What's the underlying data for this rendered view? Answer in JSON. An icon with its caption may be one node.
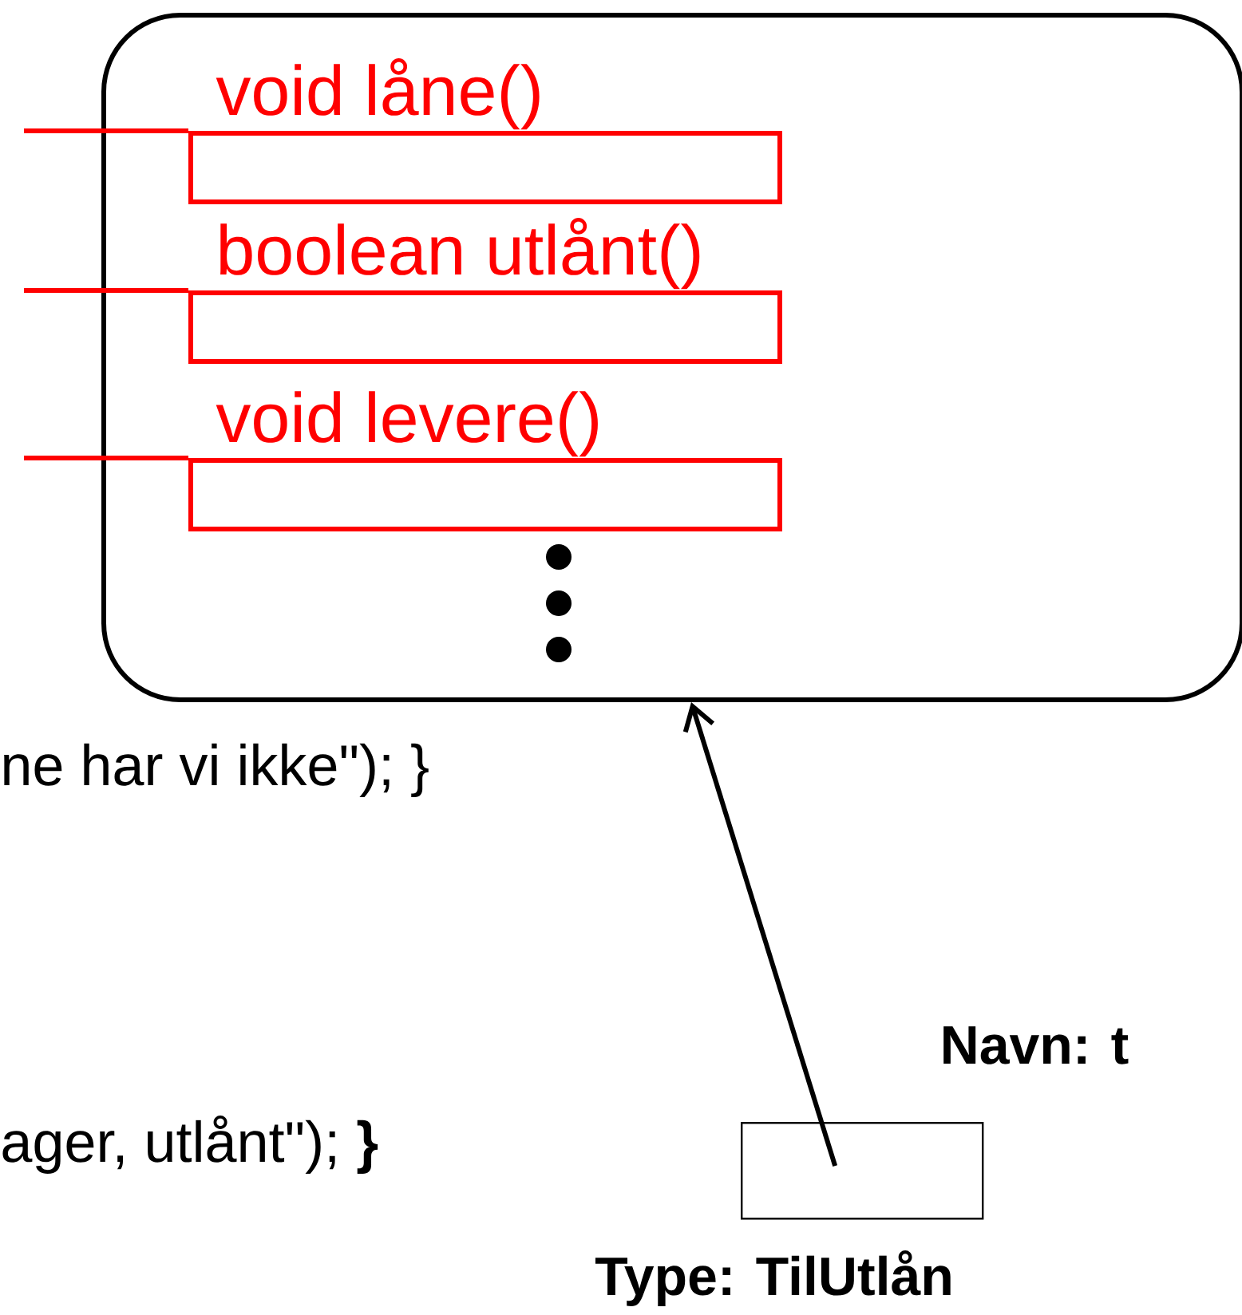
{
  "diagram": {
    "nodes": [
      {
        "text": [],
        "shape": "box"
      },
      {
        "text": [
          "void låne()"
        ],
        "in": 0
      },
      {
        "text": [
          "boolean utlånt()"
        ],
        "in": 0
      },
      {
        "text": [
          "void levere()"
        ],
        "in": 0
      },
      {
        "text": [
          "Navn: t",
          "Type: TilUtlån"
        ]
      }
    ],
    "edges": [
      {
        "from": null,
        "to": 1,
        "arrow": "none"
      },
      {
        "from": null,
        "to": 2,
        "arrow": "none"
      },
      {
        "from": null,
        "to": 3,
        "arrow": "none"
      },
      {
        "from": 4,
        "to": 0,
        "arrow": "to",
        "color": "#000000"
      }
    ],
    "labels": [
      "ne har vi ikke\"); }",
      "ager, utlånt\"); **}**"
    ]
  }
}
